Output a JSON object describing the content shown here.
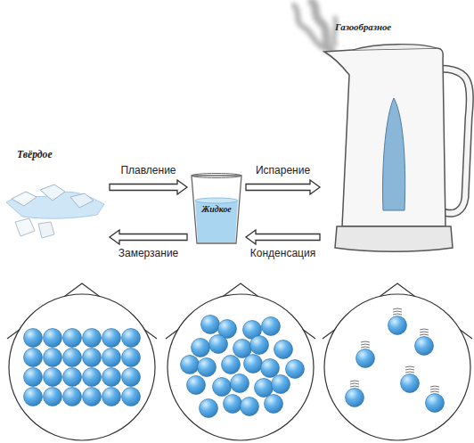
{
  "diagram": {
    "nodes": [
      {
        "text": [
          "Твёрдое"
        ]
      },
      {
        "text": [
          "Жидкое"
        ]
      },
      {
        "text": [
          "Газообразное"
        ]
      }
    ],
    "edges": [
      {
        "from": 0,
        "to": 1,
        "arrow": "to",
        "label": "Плавление"
      },
      {
        "from": 1,
        "to": 2,
        "arrow": "to",
        "label": "Испарение"
      },
      {
        "from": 1,
        "to": 0,
        "arrow": "to",
        "label": "Замерзание"
      },
      {
        "from": 2,
        "to": 1,
        "arrow": "to",
        "label": "Конденсация"
      }
    ]
  }
}
